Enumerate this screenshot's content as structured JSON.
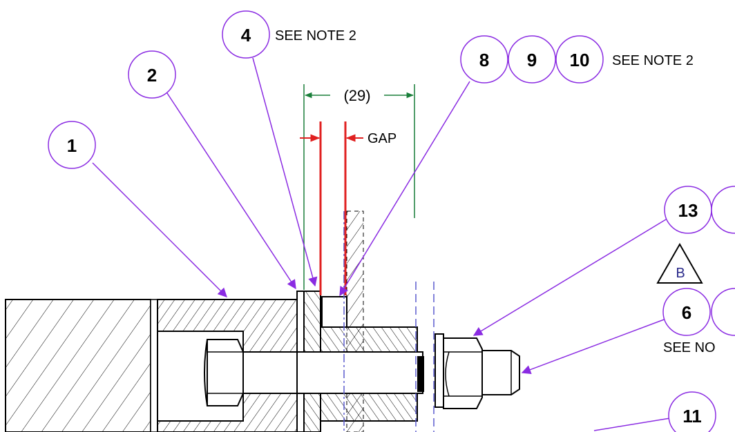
{
  "balloons": {
    "b1": "1",
    "b2": "2",
    "b4": "4",
    "b8": "8",
    "b9": "9",
    "b10": "10",
    "b13": "13",
    "b6": "6",
    "b11": "11"
  },
  "notes": {
    "note_top": "SEE NOTE 2",
    "note_right": "SEE NOTE 2",
    "note_lower": "SEE NO"
  },
  "dimension": {
    "value": "(29)",
    "gap_label": "GAP"
  },
  "datum": {
    "label": "B"
  },
  "colors": {
    "leader": "#8a2be2",
    "balloon": "#8a2be2",
    "dimension": "#1a7f3a",
    "gap_lines": "#e02020",
    "centerline": "#5a5acd",
    "outline": "#000000"
  }
}
